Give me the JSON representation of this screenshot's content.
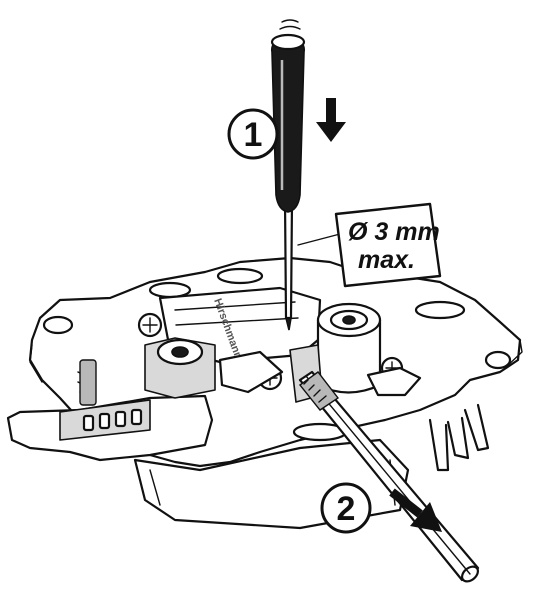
{
  "steps": {
    "step1": "1",
    "step2": "2"
  },
  "spec_callout": {
    "line1": "Ø 3 mm",
    "line2": "max."
  },
  "colors": {
    "ink": "#111111",
    "paper": "#ffffff",
    "shade": "#d9d9d9"
  },
  "icons": {
    "arrow_down": "push-down-arrow-icon",
    "arrow_out": "pull-out-arrow-icon"
  }
}
